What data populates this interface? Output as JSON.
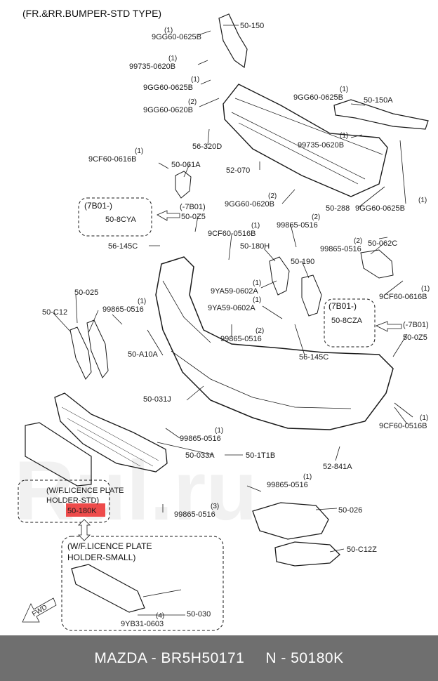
{
  "header": {
    "title": "(FR.&RR.BUMPER-STD TYPE)"
  },
  "watermark": "Rul.ru",
  "labels": {
    "l_50150": "50-150",
    "l_9gg60_0625b_a": "9GG60-0625B",
    "l_99735_0620b_a": "99735-0620B",
    "l_9gg60_0625b_b": "9GG60-0625B",
    "l_9gg60_0620b_a": "9GG60-0620B",
    "l_56320d": "56-320D",
    "l_9gg60_0625b_c": "9GG60-0625B",
    "l_50150a": "50-150A",
    "l_99735_0620b_b": "99735-0620B",
    "l_9cf60_0616b_a": "9CF60-0616B",
    "l_50061a": "50-061A",
    "l_52070": "52-070",
    "l_9gg60_0620b_b": "9GG60-0620B",
    "l_50288": "50-288",
    "l_9gg60_0625b_d": "9GG60-0625B",
    "l_7b01_minus_a": "(-7B01)",
    "l_50oz5_a": "50-0Z5",
    "l_9cf60_0516b_a": "9CF60-0516B",
    "l_99865_0516_a": "99865-0516",
    "l_50062c": "50-062C",
    "l_56145c_a": "56-145C",
    "l_50180h": "50-180H",
    "l_99865_0516_b": "99865-0516",
    "l_50190": "50-190",
    "l_50025": "50-025",
    "l_9ya59_0602a_a": "9YA59-0602A",
    "l_9cf60_0616b_b": "9CF60-0616B",
    "l_50c12": "50-C12",
    "l_99865_0516_c": "99865-0516",
    "l_9ya59_0602a_b": "9YA59-0602A",
    "l_99865_0516_d": "99865-0516",
    "l_7b01_minus_b": "(-7B01)",
    "l_50oz5_b": "50-0Z5",
    "l_50a10a": "50-A10A",
    "l_56145c_b": "56-145C",
    "l_50031j": "50-031J",
    "l_9cf60_0516b_b": "9CF60-0516B",
    "l_99865_0516_e": "99865-0516",
    "l_50033a": "50-033A",
    "l_501t1b": "50-1T1B",
    "l_52841a": "52-841A",
    "l_99865_0516_f": "99865-0516",
    "l_50180k": "50-180K",
    "l_99865_0516_g": "99865-0516",
    "l_50026": "50-026",
    "l_50c12z": "50-C12Z",
    "l_9yb31_0603": "9YB31-0603",
    "l_50030": "50-030"
  },
  "counts": {
    "c1": "(1)",
    "c2": "(1)",
    "c3": "(1)",
    "c4": "(2)",
    "c5": "(1)",
    "c6": "(1)",
    "c7": "(1)",
    "c8": "(2)",
    "c9": "(1)",
    "c10": "(1)",
    "c11": "(2)",
    "c12": "(2)",
    "c13": "(1)",
    "c14": "(1)",
    "c15": "(1)",
    "c16": "(1)",
    "c17": "(2)",
    "c18": "(1)",
    "c19": "(1)",
    "c20": "(1)",
    "c21": "(3)",
    "c22": "(4)"
  },
  "callouts": {
    "box1_title": "(7B01-)",
    "box1_part": "50-8CYA",
    "box2_title": "(7B01-)",
    "box2_part": "50-8CZA",
    "lp_std_line1": "(W/F.LICENCE PLATE",
    "lp_std_line2": "HOLDER-STD)",
    "lp_small_line1": "(W/F.LICENCE PLATE",
    "lp_small_line2": "HOLDER-SMALL)",
    "fwd": "FWD"
  },
  "footer": {
    "make_part": "MAZDA - BR5H50171",
    "oem": "N - 50180K"
  },
  "colors": {
    "highlight": "#ee4b4b",
    "footer_bg": "#6f6f6f",
    "line": "#1a1a1a"
  }
}
